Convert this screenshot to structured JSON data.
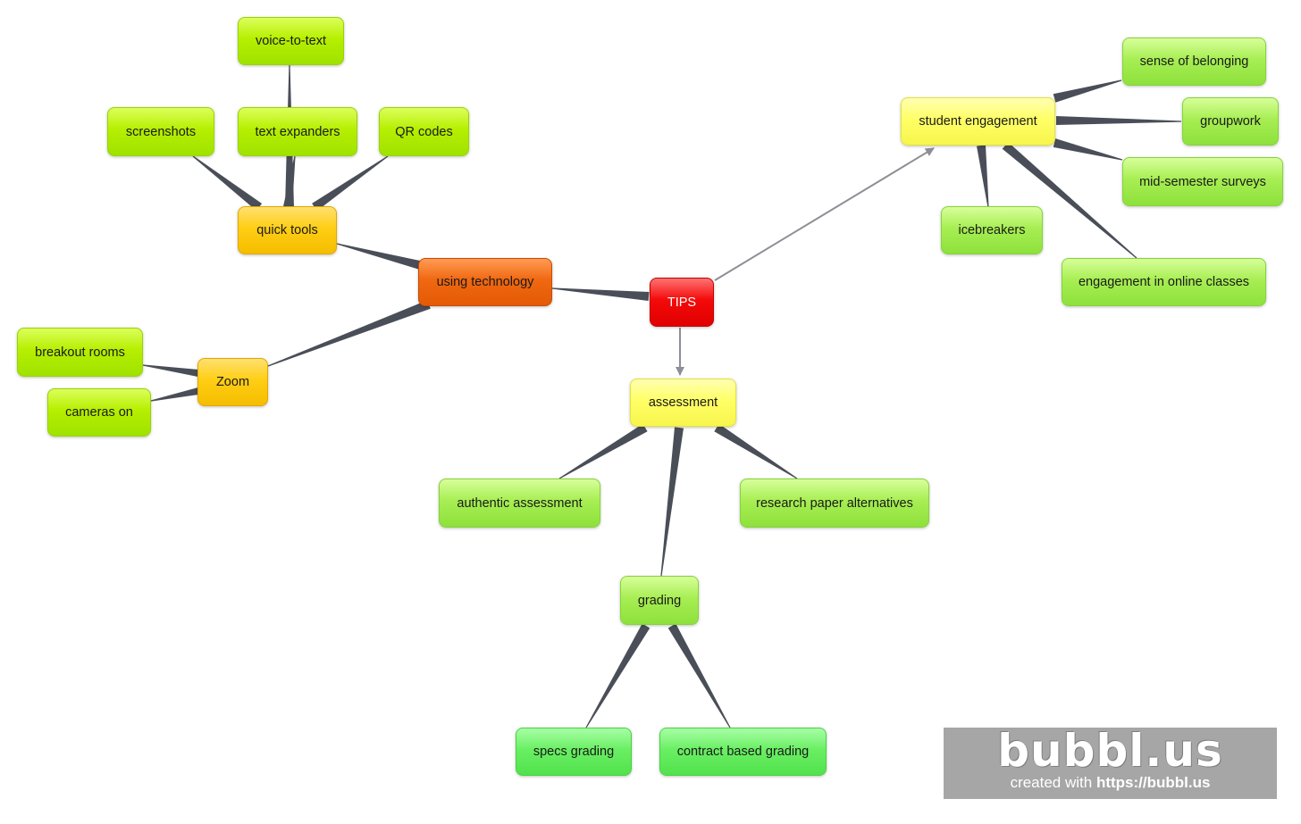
{
  "colors": {
    "connector": "#4a4e58",
    "arrow": "#8e8e96"
  },
  "nodes": {
    "tips": "TIPS",
    "using_technology": "using technology",
    "quick_tools": "quick tools",
    "voice_to_text": "voice-to-text",
    "screenshots": "screenshots",
    "text_expanders": "text expanders",
    "qr_codes": "QR codes",
    "zoom": "Zoom",
    "breakout_rooms": "breakout rooms",
    "cameras_on": "cameras on",
    "student_engagement": "student engagement",
    "sense_of_belonging": "sense of belonging",
    "groupwork": "groupwork",
    "mid_semester_surveys": "mid-semester surveys",
    "icebreakers": "icebreakers",
    "engagement_online": "engagement in online classes",
    "assessment": "assessment",
    "authentic_assessment": "authentic assessment",
    "research_paper_alternatives": "research paper alternatives",
    "grading": "grading",
    "specs_grading": "specs grading",
    "contract_based_grading": "contract based grading"
  },
  "watermark": {
    "logo": "bubbl.us",
    "created_with": "created with ",
    "url": "https://bubbl.us"
  }
}
